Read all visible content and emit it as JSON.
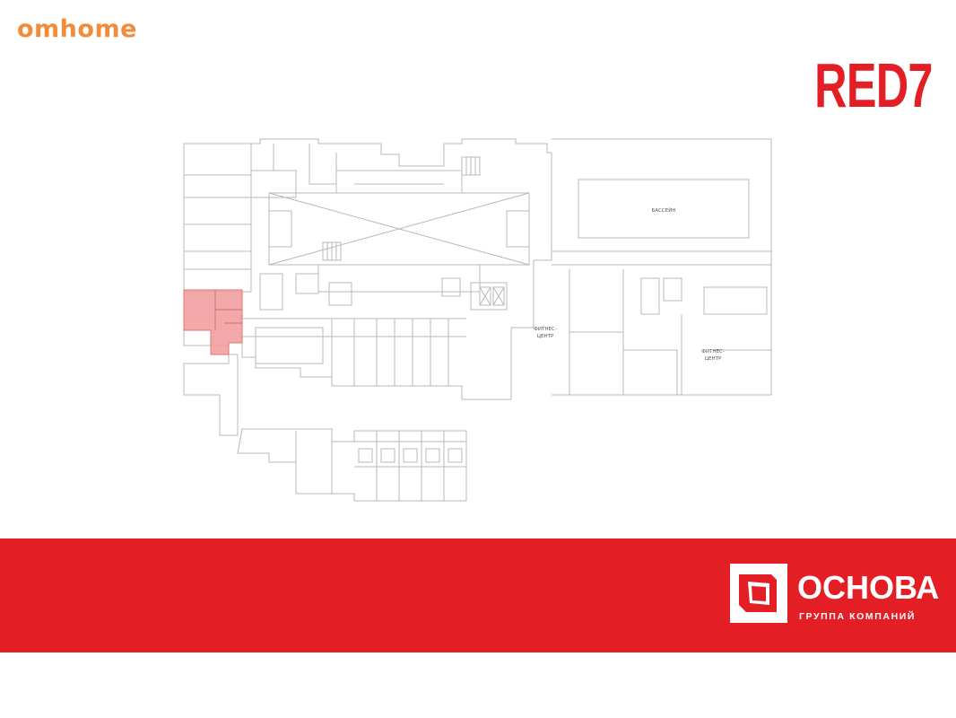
{
  "watermark": "omhome",
  "project_logo": "RED7",
  "plan": {
    "labels": {
      "pool": "БАССЕЙН",
      "fitness_1a": "ФИТНЕС-",
      "fitness_1b": "ЦЕНТР",
      "fitness_2a": "ФИТНЕС-",
      "fitness_2b": "ЦЕНТР"
    },
    "highlight_color": "#f19a9a"
  },
  "brand": {
    "name": "ОСНОВА",
    "subtitle": "ГРУППА КОМПАНИЙ"
  },
  "colors": {
    "accent": "#e31e24",
    "watermark": "#f28c3a"
  }
}
